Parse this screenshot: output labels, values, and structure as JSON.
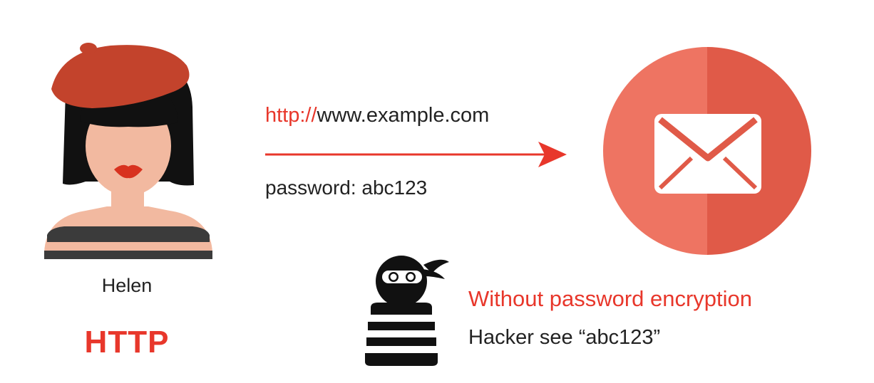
{
  "sender": {
    "name": "Helen",
    "protocol_label": "HTTP"
  },
  "request": {
    "url_scheme": "http://",
    "url_host": "www.example.com",
    "password_text": "password: abc123"
  },
  "attacker": {
    "warning": "Without password encryption",
    "sees": "Hacker see “abc123”"
  },
  "colors": {
    "accent": "#e8372b",
    "envelope_circle_light": "#ee7462",
    "envelope_circle_dark": "#e05a48",
    "beret": "#c3432c",
    "text": "#222222"
  },
  "icons": {
    "sender": "woman-with-beret-icon",
    "receiver": "envelope-icon",
    "attacker": "hacker-ninja-icon",
    "flow": "arrow-right-icon"
  }
}
